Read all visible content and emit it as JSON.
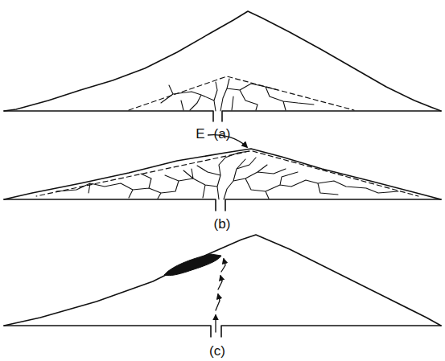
{
  "diagram": {
    "labels": [
      "(a)",
      "E",
      "(b)",
      "(c)"
    ]
  }
}
